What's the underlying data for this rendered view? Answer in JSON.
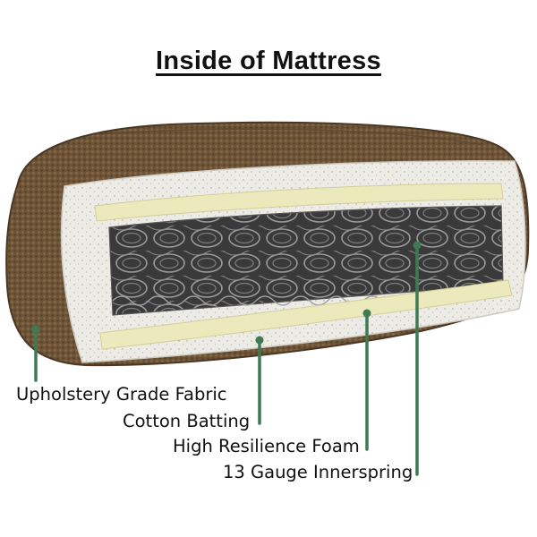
{
  "title": "Inside of Mattress",
  "labels": {
    "fabric": "Upholstery Grade Fabric",
    "batting": "Cotton Batting",
    "foam": "High Resilience Foam",
    "spring": "13 Gauge Innerspring"
  },
  "colors": {
    "leader_line": "#3f7a55",
    "fabric": "#6f5538",
    "batting": "#ecebe6",
    "foam": "#ece9bc",
    "spring": "#6b6b6b"
  }
}
